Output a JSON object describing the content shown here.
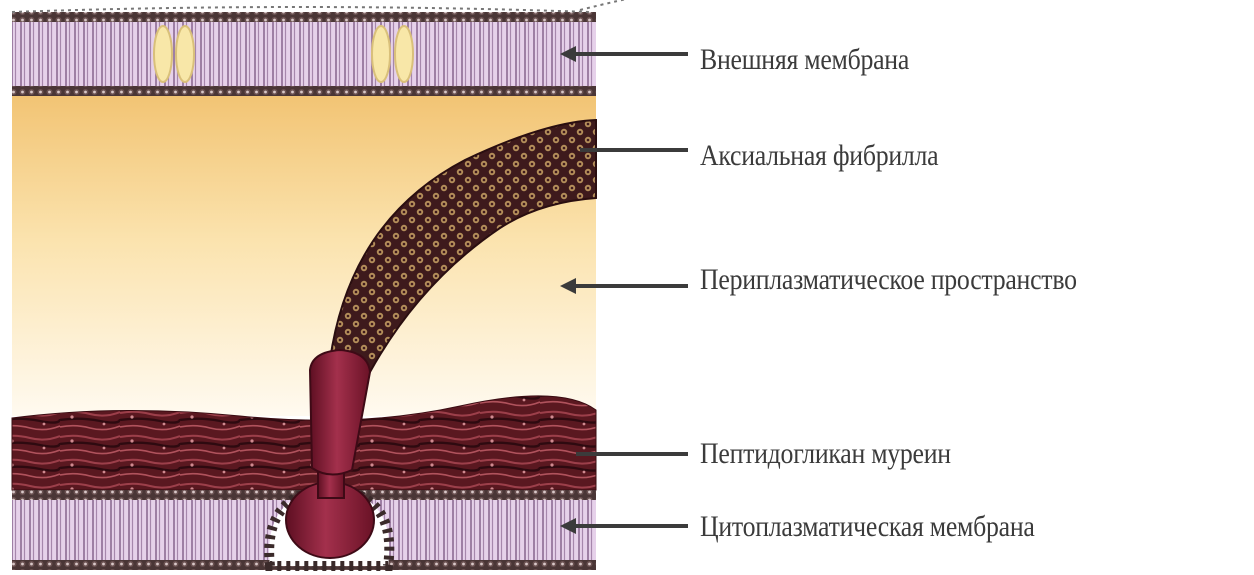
{
  "diagram": {
    "labels": {
      "outer_membrane": "Внешняя мембрана",
      "axial_fibril": "Аксиальная фибрилла",
      "periplasmic_space": "Периплазматическое пространство",
      "peptidoglycan": "Пептидогликан муреин",
      "cytoplasmic_membrane": "Цитоплазматическая мембрана"
    },
    "colors": {
      "membrane_fill": "#d8c0de",
      "membrane_lines": "#8a6c90",
      "membrane_heads": "#3a2a2a",
      "periplasm_top": "#f3c77a",
      "periplasm_bottom": "#fff8e6",
      "fibril": "#4a1e22",
      "fibril_beads": "#c9a36a",
      "peptidoglycan": "#5e1a22",
      "motor": "#8e1a34",
      "porin": "#f9eab0",
      "label_text": "#3b3b3b"
    }
  }
}
